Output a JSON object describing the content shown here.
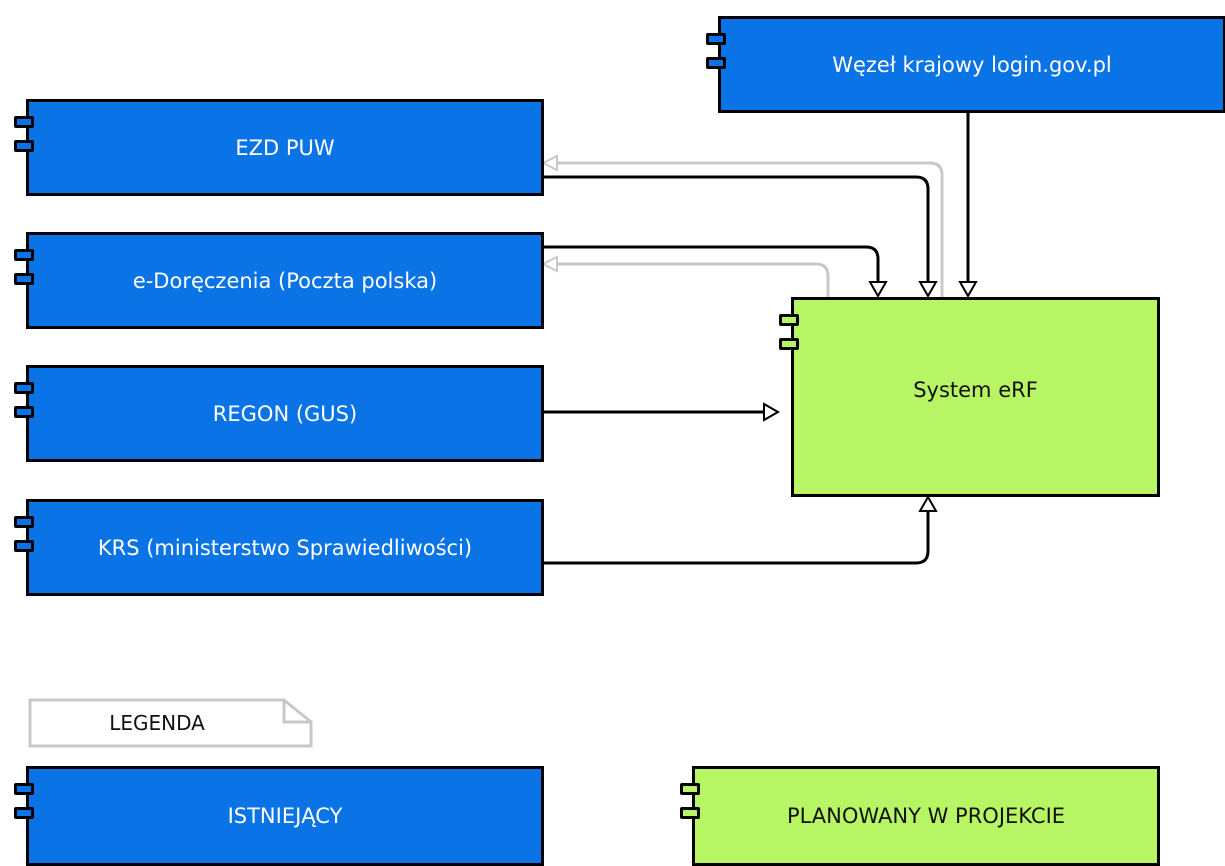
{
  "components": {
    "login_gov": {
      "label": "Węzeł krajowy login.gov.pl"
    },
    "ezd_puw": {
      "label": "EZD PUW"
    },
    "e_doreczenia": {
      "label": "e-Doręczenia (Poczta polska)"
    },
    "regon": {
      "label": "REGON (GUS)"
    },
    "krs": {
      "label": "KRS (ministerstwo Sprawiedliwości)"
    },
    "system_erf": {
      "label": "System eRF"
    }
  },
  "legend": {
    "title": "LEGENDA",
    "existing_label": "ISTNIEJĄCY",
    "planned_label": "PLANOWANY W PROJEKCIE"
  },
  "colors": {
    "existing": "#0a73e6",
    "planned": "#b8f564",
    "connector": "#000000",
    "connector_secondary": "#c8c8c8"
  }
}
